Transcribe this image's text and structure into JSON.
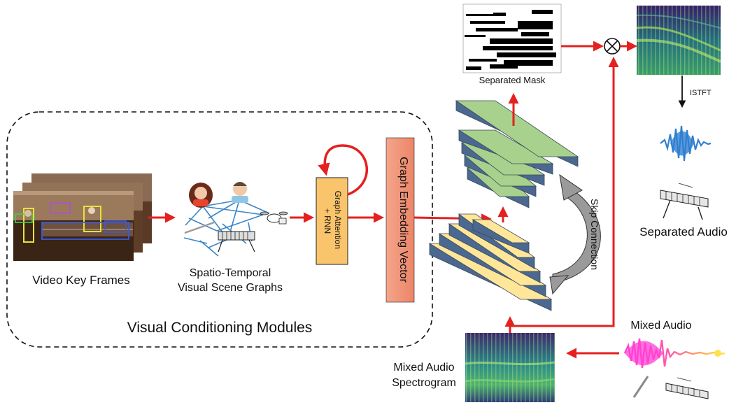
{
  "labels": {
    "video_key_frames": "Video Key Frames",
    "scene_graphs_line1": "Spatio-Temporal",
    "scene_graphs_line2": "Visual Scene Graphs",
    "graph_attention_line1": "Graph Attention",
    "graph_attention_line2": "+ RNN",
    "graph_embedding": "Graph Embedding Vector",
    "visual_conditioning": "Visual Conditioning Modules",
    "separated_mask": "Separated Mask",
    "istft": "ISTFT",
    "separated_audio": "Separated Audio",
    "skip_connection": "Skip Connection",
    "mixed_audio": "Mixed Audio",
    "mixed_spec_line1": "Mixed Audio",
    "mixed_spec_line2": "Spectrogram"
  },
  "icons": {
    "multiply": "circle-times-icon"
  },
  "colors": {
    "arrow_red": "#e5201e",
    "graph_attention_fill": "#f9c46b",
    "graph_embedding_fill": "#f1967a",
    "decoder_layer": "#a9d18e",
    "encoder_layer": "#ffe699",
    "layer_side": "#4a6890",
    "spectrogram_dark": "#2a1a52",
    "spectrogram_mid": "#2a8a8a",
    "spectrogram_bright": "#b6e04a",
    "separated_wave": "#2f7fd1",
    "mixed_wave_pink": "#ff3fd6",
    "mixed_wave_yellow": "#ffe14a"
  }
}
